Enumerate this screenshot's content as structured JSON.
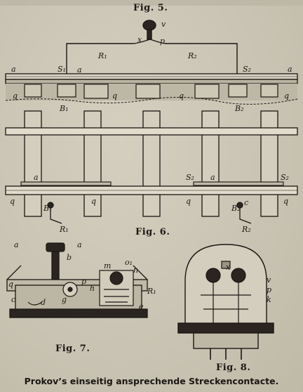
{
  "page": {
    "figure_titles": {
      "fig5": "Fig. 5.",
      "fig6": "Fig. 6.",
      "fig7": "Fig. 7.",
      "fig8": "Fig. 8."
    },
    "caption": "Prokov’s einseitig ansprechende Streckencontacte."
  },
  "fig5_labels": {
    "x": "x",
    "v": "v",
    "p": "p",
    "R1": "R₁",
    "R2": "R₂",
    "a": "a",
    "S1": "S₁",
    "S2": "S₂",
    "q": "q",
    "B1": "B₁",
    "B2": "B₂"
  },
  "fig6_labels": {
    "a": "a",
    "q": "q",
    "S2": "S₂",
    "c": "c",
    "R1": "R₁",
    "R2": "R₂",
    "B1": "B₁",
    "B2": "B₂"
  },
  "fig7_labels": {
    "a": "a",
    "b": "b",
    "m": "m",
    "o1": "o₁",
    "n": "n",
    "p": "p",
    "h": "h",
    "g": "g",
    "d": "d",
    "c": "c",
    "q": "q",
    "R1": "R₁",
    "e": "e"
  },
  "fig8_labels": {
    "x": "x",
    "v": "v",
    "p": "p",
    "k": "k"
  },
  "colors": {
    "paper": "#c9c4b3",
    "ink": "#1a1713"
  }
}
